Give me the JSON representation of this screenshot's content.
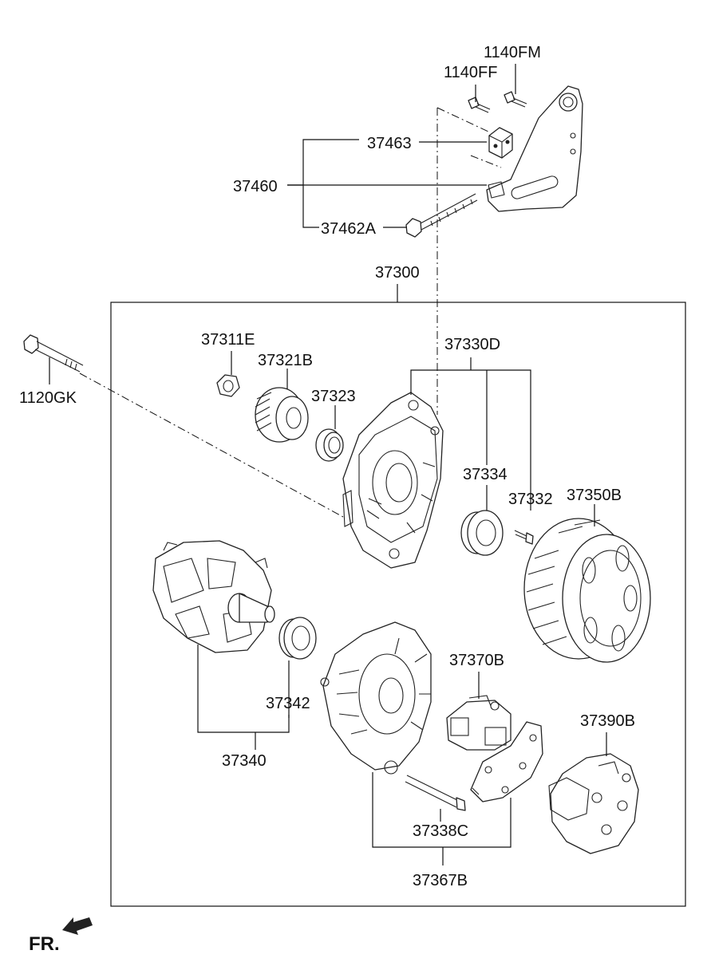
{
  "labels": {
    "p1140FM": "1140FM",
    "p1140FF": "1140FF",
    "p37463": "37463",
    "p37460": "37460",
    "p37462A": "37462A",
    "p37300": "37300",
    "p37311E": "37311E",
    "p37321B": "37321B",
    "p37323": "37323",
    "p1120GK": "1120GK",
    "p37330D": "37330D",
    "p37334": "37334",
    "p37332": "37332",
    "p37350B": "37350B",
    "p37342": "37342",
    "p37340": "37340",
    "p37370B": "37370B",
    "p37390B": "37390B",
    "p37338C": "37338C",
    "p37367B": "37367B"
  },
  "front_marker": "FR.",
  "icons": [
    "front-direction-arrow-icon"
  ]
}
